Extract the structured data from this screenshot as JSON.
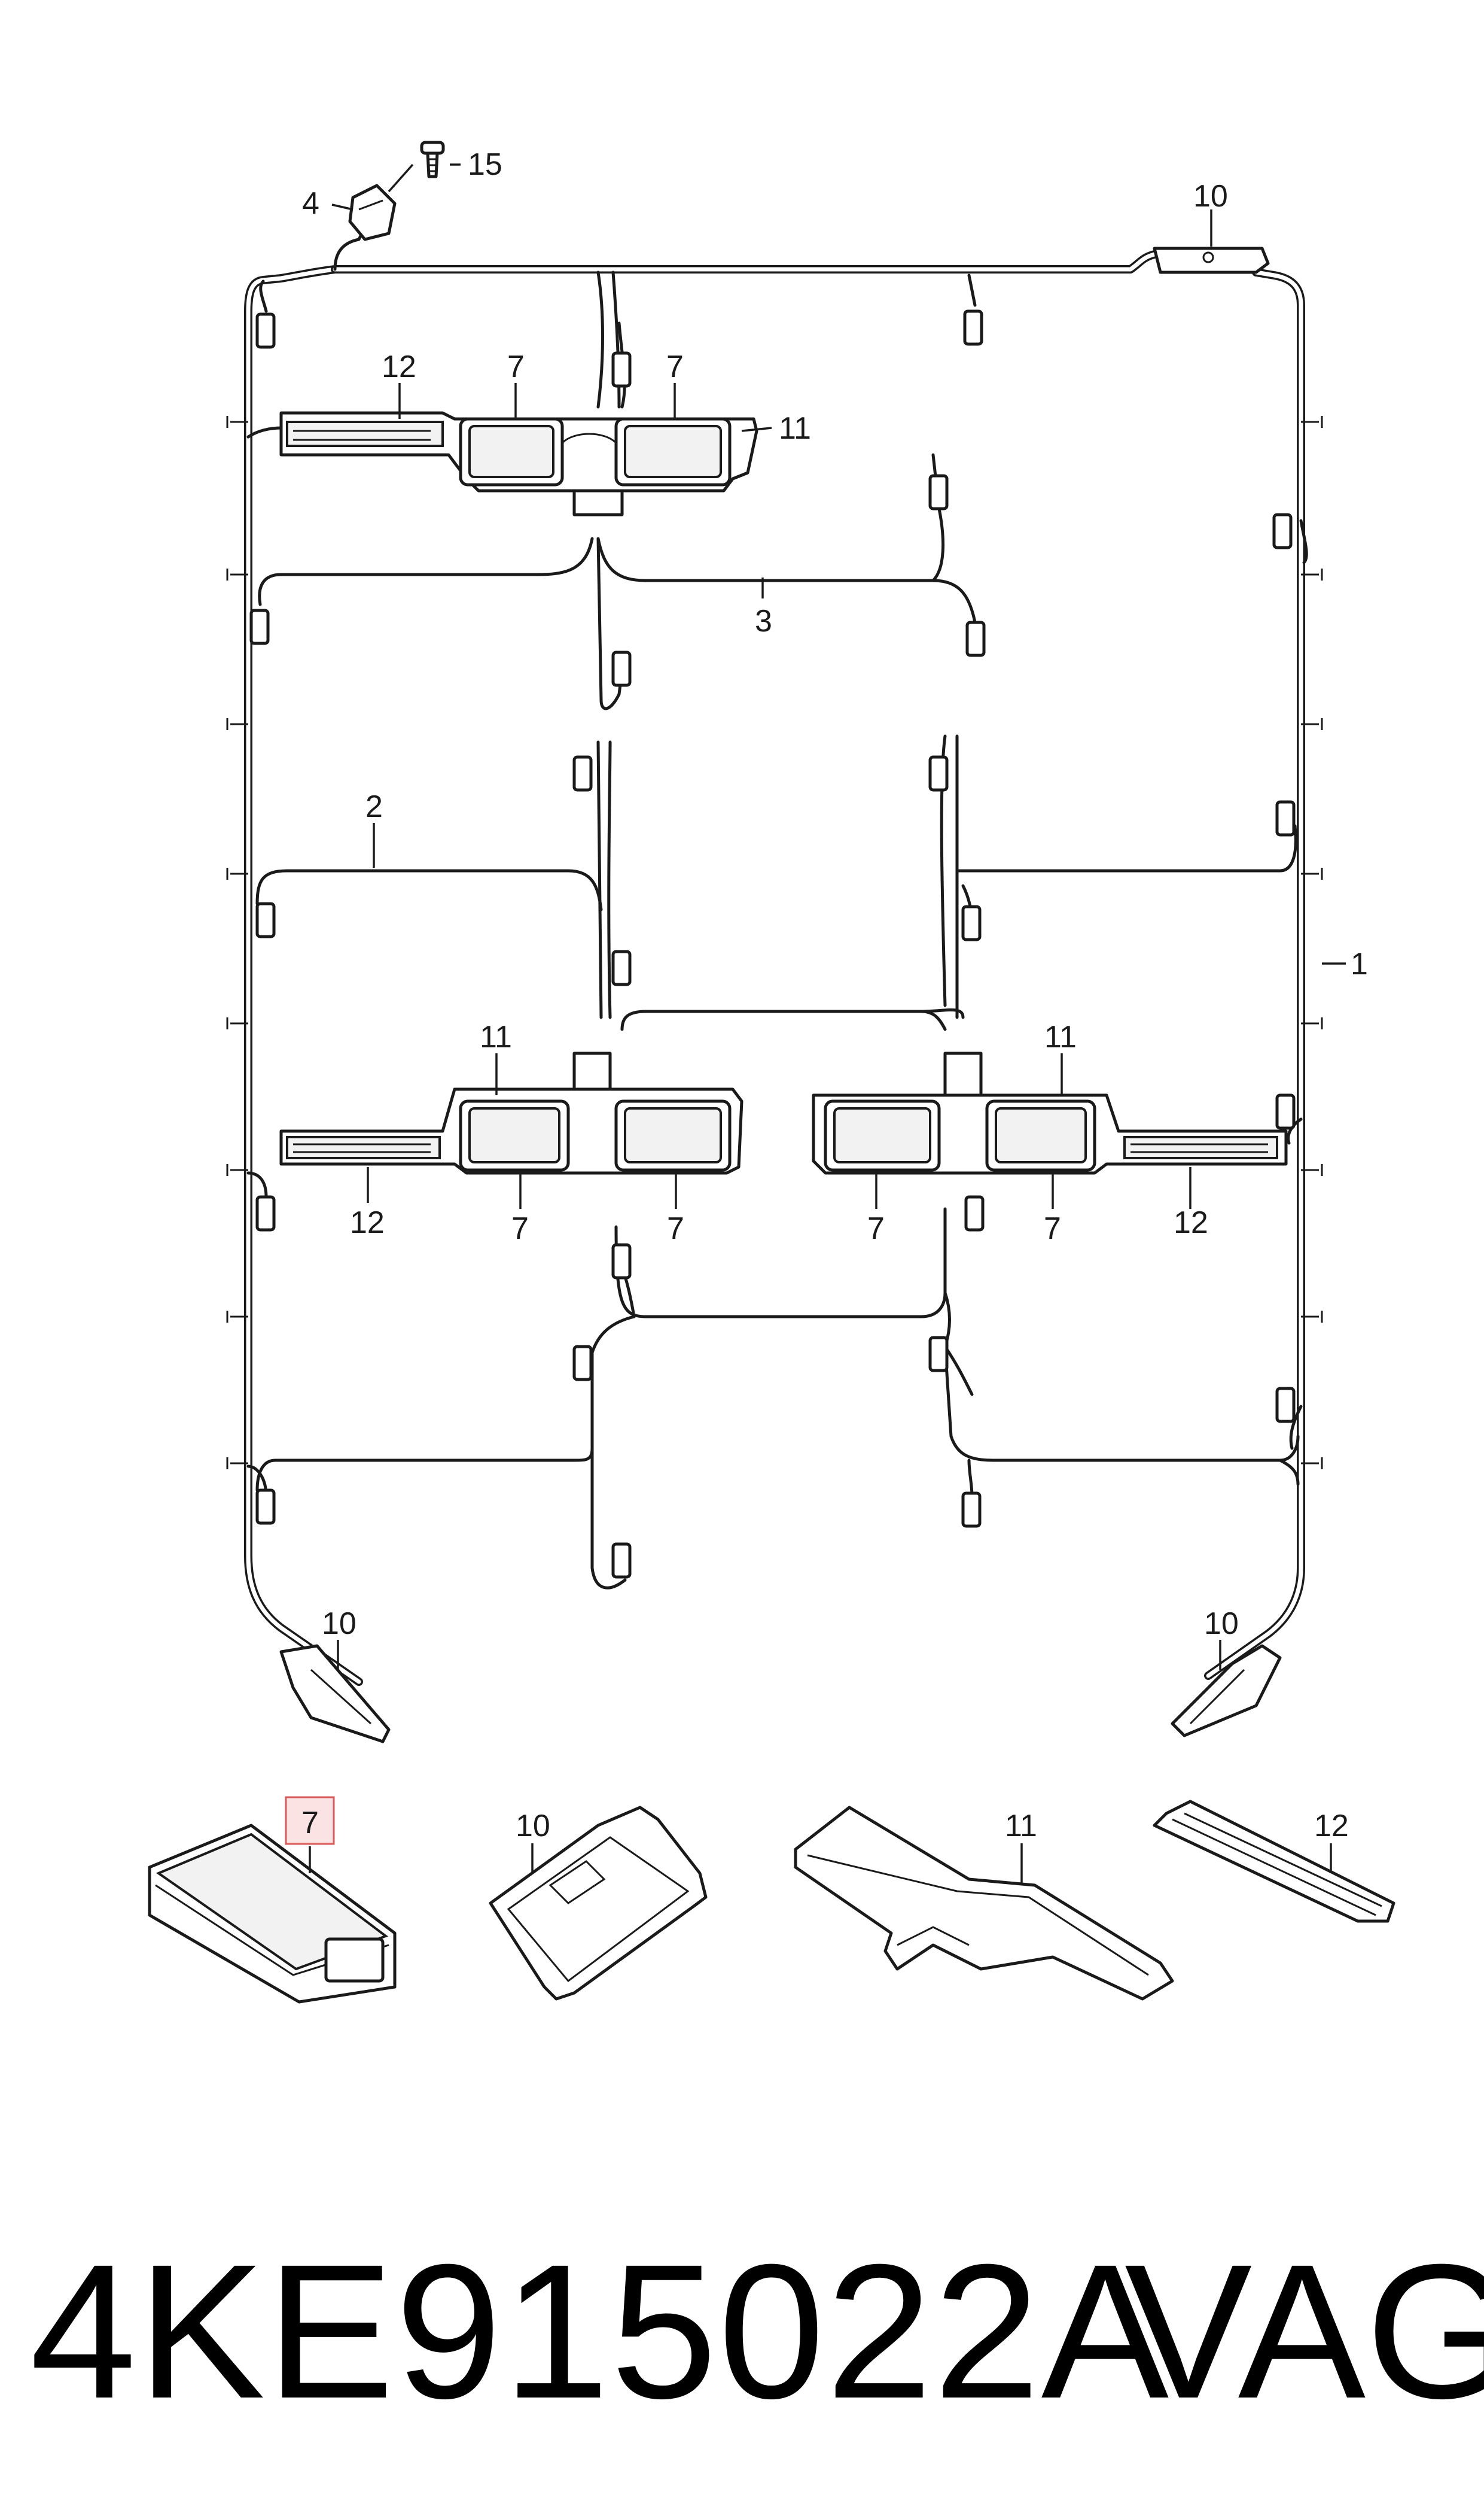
{
  "callouts": {
    "c15": "15",
    "c4": "4",
    "c10_top": "10",
    "c12_top": "12",
    "c7_top_a": "7",
    "c7_top_b": "7",
    "c11_top": "11",
    "c3": "3",
    "c2": "2",
    "c1": "1",
    "c11_left": "11",
    "c11_right": "11",
    "c12_left": "12",
    "c7_left_a": "7",
    "c7_left_b": "7",
    "c7_right_a": "7",
    "c7_right_b": "7",
    "c12_right": "12",
    "c10_left": "10",
    "c10_right": "10",
    "parts_7": "7",
    "parts_10": "10",
    "parts_11": "11",
    "parts_12": "12"
  },
  "footer": {
    "part_number": "4KE915022A",
    "brand": "VAG"
  },
  "colors": {
    "highlight_fill": "#fbe3e3",
    "highlight_stroke": "#d95a5a",
    "line": "#1a1a1a"
  }
}
